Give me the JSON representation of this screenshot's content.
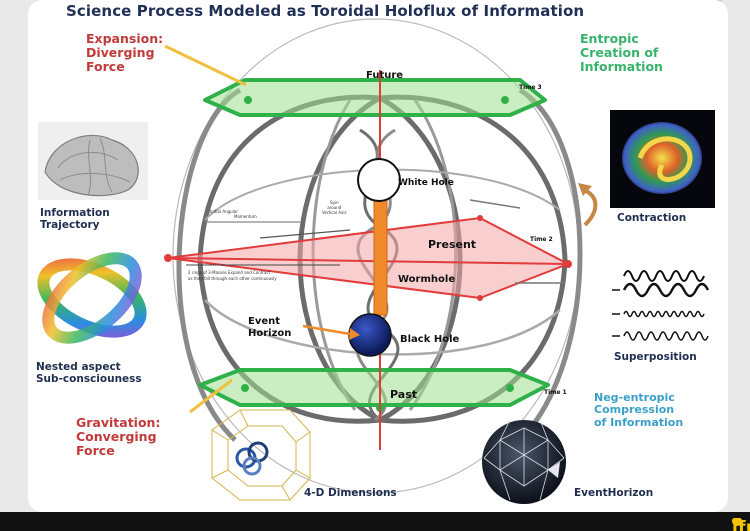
{
  "title": "Science Process Modeled as Toroidal Holoflux of Information",
  "labels": {
    "expansion": [
      "Expansion:",
      "Diverging",
      "Force"
    ],
    "entropic": [
      "Entropic",
      "Creation of",
      "Information"
    ],
    "information_trajectory": [
      "Information",
      "Trajectory"
    ],
    "contraction": "Contraction",
    "nested": [
      "Nested aspect",
      "Sub-consciouness"
    ],
    "superposition": "Superposition",
    "gravitation": [
      "Gravitation:",
      "Converging",
      "Force"
    ],
    "neg_entropic": [
      "Neg-entropic",
      "Compression",
      "of Information"
    ],
    "four_d": "4-D Dimensions",
    "event_horizon_bottom": "EventHorizon"
  },
  "diagram": {
    "future": "Future",
    "white_hole": "White Hole",
    "present": "Present",
    "wormhole": "Wormhole",
    "event_horizon": [
      "Event",
      "Horizon"
    ],
    "black_hole": "Black Hole",
    "past": "Past",
    "time1": "Time 1",
    "time2": "Time 2",
    "time3": "Time 3",
    "angular_momentum": [
      "Initial Angular",
      "Momentum"
    ],
    "spin": [
      "Spin",
      "around",
      "Vertical Axis"
    ],
    "rings_note": [
      "2 rings of 3-Masses Expand and Contract",
      "as they fall through each other continuously"
    ]
  },
  "watermark": "ifunny.co",
  "colors": {
    "red": "#c23a3a",
    "green": "#37b36b",
    "blue": "#3aa0c8",
    "navy": "#1e2e4e",
    "orange": "#f08a2a",
    "watermark": "#f5c400"
  }
}
